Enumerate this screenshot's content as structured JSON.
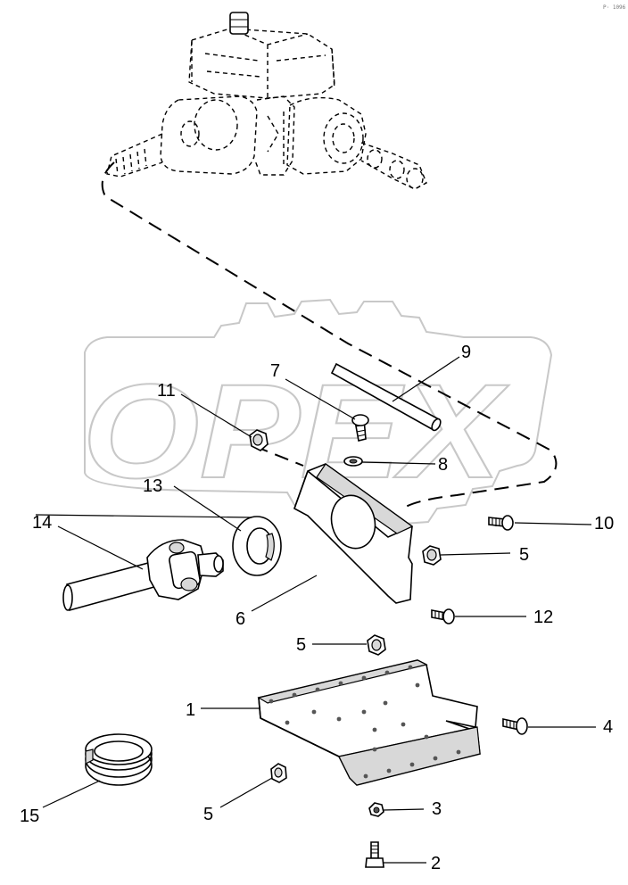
{
  "watermark": {
    "text": "OPEX"
  },
  "corner_code": "P· 1096",
  "callouts": [
    {
      "id": "label-9",
      "text": "9"
    },
    {
      "id": "label-7",
      "text": "7"
    },
    {
      "id": "label-11",
      "text": "11"
    },
    {
      "id": "label-8",
      "text": "8"
    },
    {
      "id": "label-13",
      "text": "13"
    },
    {
      "id": "label-14",
      "text": "14"
    },
    {
      "id": "label-10",
      "text": "10"
    },
    {
      "id": "label-5a",
      "text": "5"
    },
    {
      "id": "label-6",
      "text": "6"
    },
    {
      "id": "label-12",
      "text": "12"
    },
    {
      "id": "label-5b",
      "text": "5"
    },
    {
      "id": "label-1",
      "text": "1"
    },
    {
      "id": "label-4",
      "text": "4"
    },
    {
      "id": "label-5c",
      "text": "5"
    },
    {
      "id": "label-3",
      "text": "3"
    },
    {
      "id": "label-15",
      "text": "15"
    },
    {
      "id": "label-2",
      "text": "2"
    }
  ]
}
